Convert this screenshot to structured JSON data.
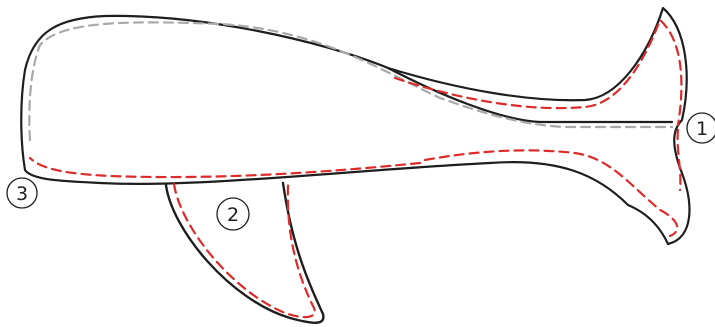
{
  "diagram": {
    "markers": [
      {
        "id": "marker-1",
        "label": "1"
      },
      {
        "id": "marker-2",
        "label": "2"
      },
      {
        "id": "marker-3",
        "label": "3"
      }
    ],
    "colors": {
      "outline": "#1e1e1e",
      "fold_guide": "#a9a9a9",
      "seam_guide": "#dd2a2a"
    }
  }
}
